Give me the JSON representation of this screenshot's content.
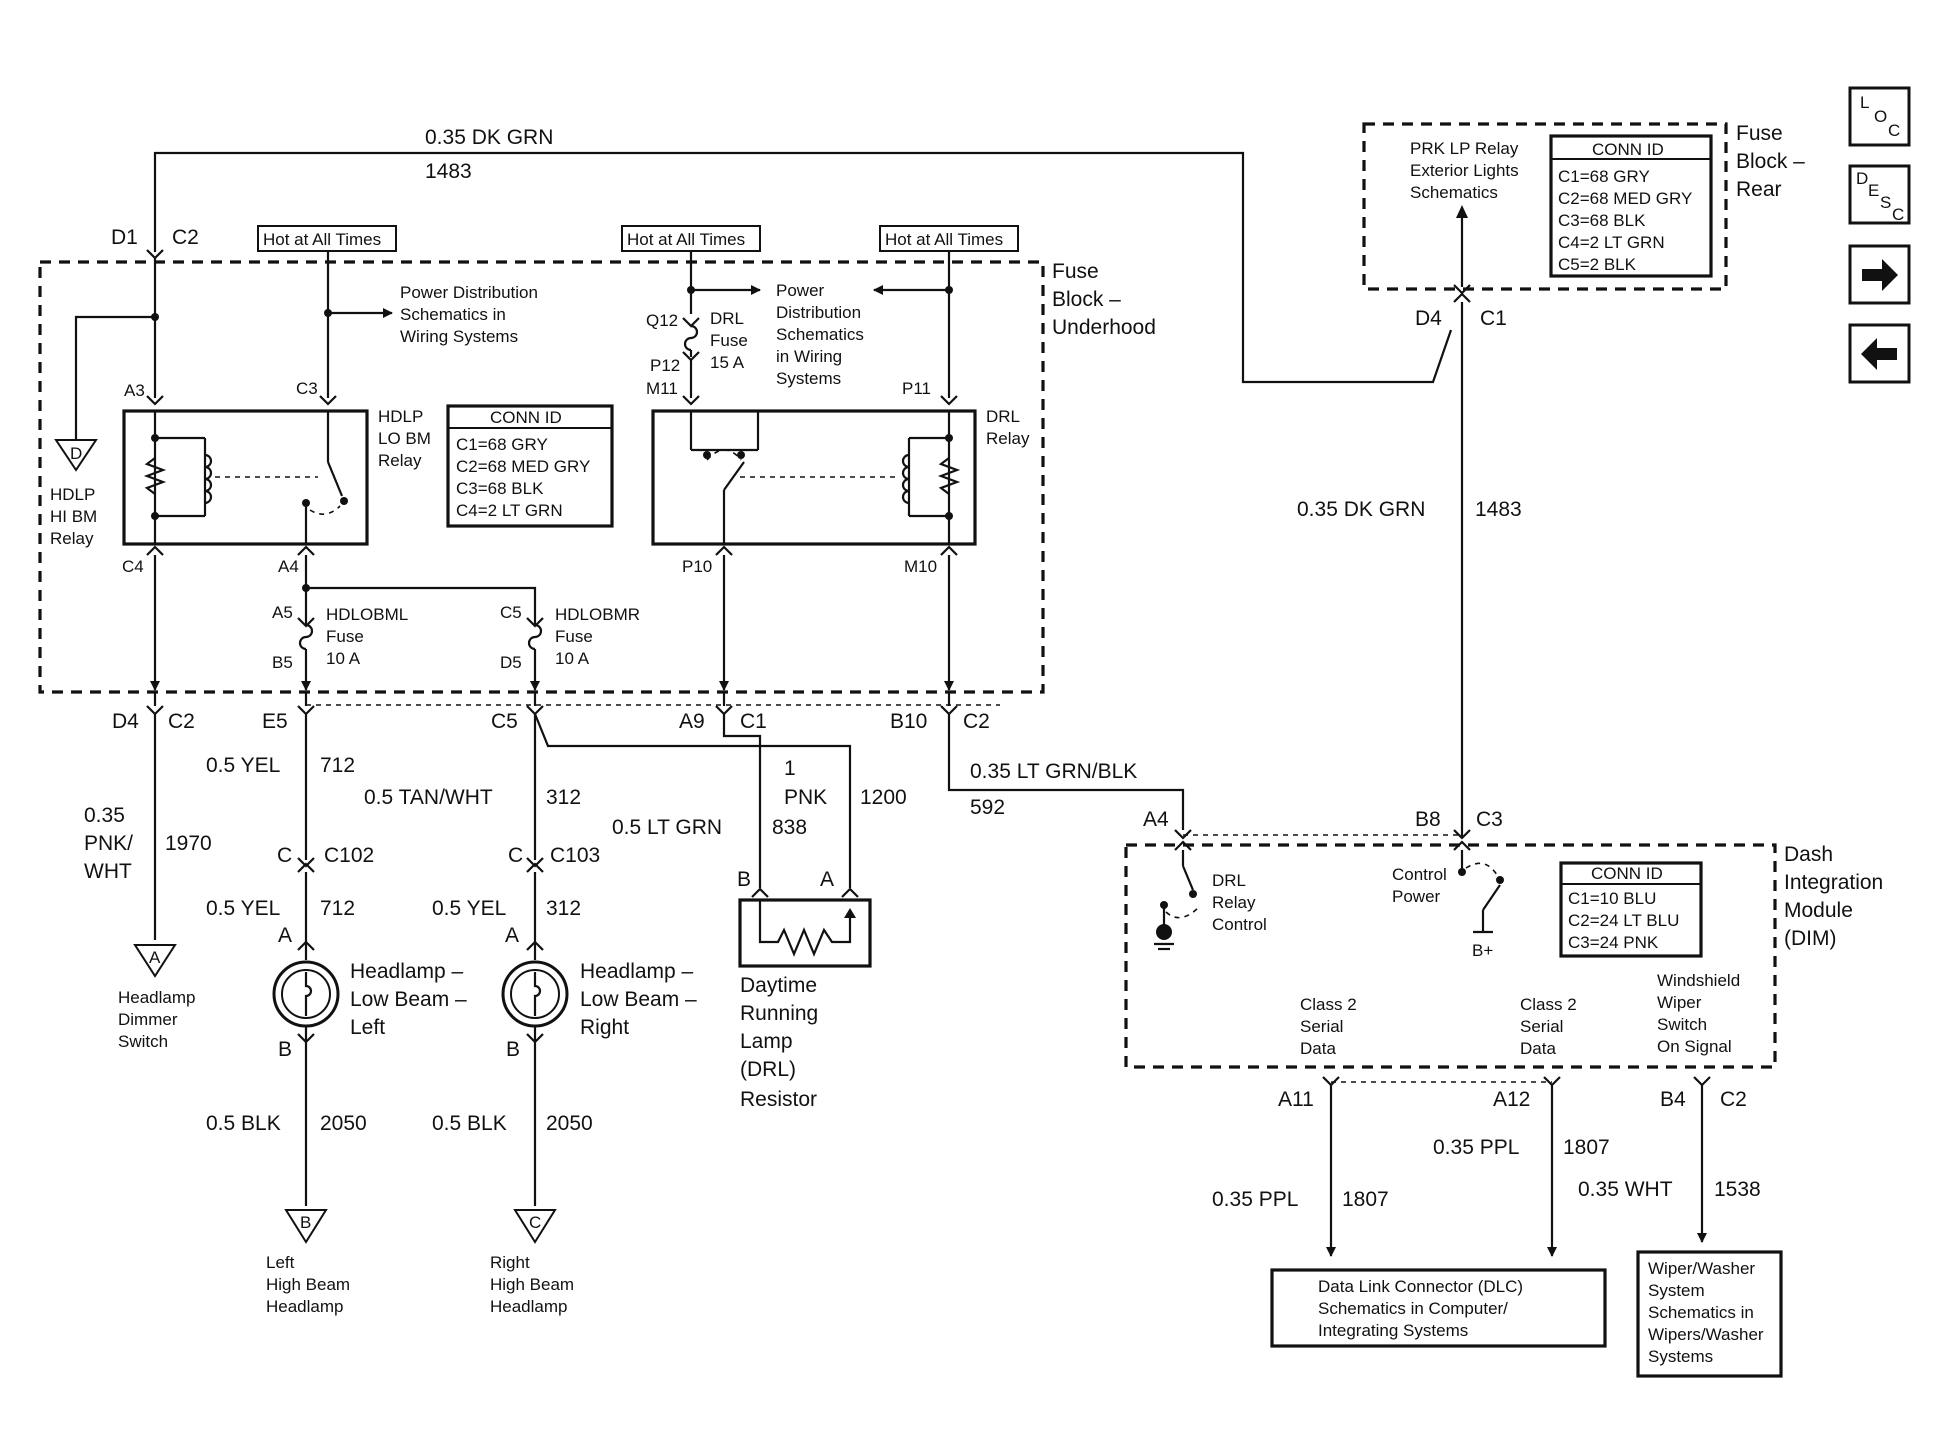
{
  "top_wire": {
    "gauge": "0.35 DK GRN",
    "circuit": "1483"
  },
  "connectors": {
    "d1": "D1",
    "c2_a": "C2",
    "d4_rear": "D4",
    "c1_rear": "C1",
    "d4_a": "D4",
    "c2_b": "C2",
    "e5": "E5",
    "c5": "C5",
    "a9": "A9",
    "c1_b": "C1",
    "b10": "B10",
    "c2_c": "C2",
    "a4_dim": "A4",
    "b8": "B8",
    "c3_dim": "C3",
    "a11": "A11",
    "a12": "A12",
    "b4": "B4",
    "c2_d": "C2"
  },
  "hot_labels": [
    "Hot at All Times",
    "Hot at All Times",
    "Hot at All Times"
  ],
  "fuse_block_underhood": {
    "line1": "Fuse",
    "line2": "Block –",
    "line3": "Underhood"
  },
  "fuse_block_rear": {
    "line1": "Fuse",
    "line2": "Block –",
    "line3": "Rear"
  },
  "rear_prk": {
    "line1": "PRK LP Relay",
    "line2": "Exterior Lights",
    "line3": "Schematics"
  },
  "rear_conn": {
    "title": "CONN ID",
    "rows": [
      "C1=68 GRY",
      "C2=68 MED GRY",
      "C3=68 BLK",
      "C4=2 LT GRN",
      "C5=2 BLK"
    ]
  },
  "hdlp_conn": {
    "title": "CONN ID",
    "rows": [
      "C1=68 GRY",
      "C2=68 MED GRY",
      "C3=68 BLK",
      "C4=2 LT GRN"
    ]
  },
  "dim_conn": {
    "title": "CONN ID",
    "rows": [
      "C1=10 BLU",
      "C2=24 LT BLU",
      "C3=24 PNK"
    ]
  },
  "pins": {
    "a3": "A3",
    "c3": "C3",
    "c4": "C4",
    "a4": "A4",
    "a5": "A5",
    "b5": "B5",
    "c5": "C5",
    "d5": "D5",
    "q12": "Q12",
    "p12": "P12",
    "m11": "M11",
    "p11": "P11",
    "p10": "P10",
    "m10": "M10"
  },
  "pd_left": {
    "line1": "Power Distribution",
    "line2": "Schematics in",
    "line3": "Wiring Systems"
  },
  "pd_right": {
    "line1": "Power",
    "line2": "Distribution",
    "line3": "Schematics",
    "line4": "in Wiring",
    "line5": "Systems"
  },
  "hdlp_hi": {
    "line1": "HDLP",
    "line2": "HI BM",
    "line3": "Relay"
  },
  "hdlp_lo": {
    "line1": "HDLP",
    "line2": "LO BM",
    "line3": "Relay"
  },
  "drl_relay": {
    "line1": "DRL",
    "line2": "Relay"
  },
  "drl_fuse": {
    "line1": "DRL",
    "line2": "Fuse",
    "line3": "15 A"
  },
  "fuse_l": {
    "line1": "HDLOBML",
    "line2": "Fuse",
    "line3": "10 A"
  },
  "fuse_r": {
    "line1": "HDLOBMR",
    "line2": "Fuse",
    "line3": "10 A"
  },
  "refs": {
    "d": "D",
    "a": "A",
    "b": "B",
    "c": "C"
  },
  "wires": {
    "pnk_wht_1": "0.35",
    "pnk_wht_2": "PNK/",
    "pnk_wht_3": "WHT",
    "pnk_wht_ckt": "1970",
    "yel_1": "0.5 YEL",
    "yel_1_ckt": "712",
    "tan_wht": "0.5 TAN/WHT",
    "tan_wht_ckt": "312",
    "lt_grn": "0.5 LT GRN",
    "lt_grn_ckt": "838",
    "pnk_1": "1",
    "pnk_2": "PNK",
    "pnk_ckt": "1200",
    "lt_grn_blk": "0.35 LT GRN/BLK",
    "lt_grn_blk_ckt": "592",
    "yel_2": "0.5 YEL",
    "yel_2_ckt": "712",
    "yel_3": "0.5 YEL",
    "yel_3_ckt": "312",
    "blk_1": "0.5 BLK",
    "blk_1_ckt": "2050",
    "blk_2": "0.5 BLK",
    "blk_2_ckt": "2050",
    "dk_grn_v": "0.35 DK GRN",
    "dk_grn_v_ckt": "1483",
    "ppl_1": "0.35 PPL",
    "ppl_1_ckt": "1807",
    "ppl_2": "0.35 PPL",
    "ppl_2_ckt": "1807",
    "wht": "0.35 WHT",
    "wht_ckt": "1538"
  },
  "inline": {
    "c_l": "C",
    "c102": "C102",
    "c_r": "C",
    "c103": "C103",
    "a_l": "A",
    "a_r": "A",
    "b_l": "B",
    "b_r": "B",
    "drl_b": "B",
    "drl_a": "A"
  },
  "headlamp_l": {
    "line1": "Headlamp –",
    "line2": "Low Beam –",
    "line3": "Left"
  },
  "headlamp_r": {
    "line1": "Headlamp –",
    "line2": "Low Beam –",
    "line3": "Right"
  },
  "drl_resistor": {
    "line1": "Daytime",
    "line2": "Running",
    "line3": "Lamp",
    "line4": "(DRL)",
    "line5": "Resistor"
  },
  "dimmer": {
    "line1": "Headlamp",
    "line2": "Dimmer",
    "line3": "Switch"
  },
  "left_hb": {
    "line1": "Left",
    "line2": "High Beam",
    "line3": "Headlamp"
  },
  "right_hb": {
    "line1": "Right",
    "line2": "High Beam",
    "line3": "Headlamp"
  },
  "dim": {
    "line1": "Dash",
    "line2": "Integration",
    "line3": "Module",
    "line4": "(DIM)"
  },
  "dim_drl": {
    "line1": "DRL",
    "line2": "Relay",
    "line3": "Control"
  },
  "dim_ctrl": {
    "line1": "Control",
    "line2": "Power",
    "bplus": "B+"
  },
  "class2_a": {
    "line1": "Class 2",
    "line2": "Serial",
    "line3": "Data"
  },
  "class2_b": {
    "line1": "Class 2",
    "line2": "Serial",
    "line3": "Data"
  },
  "wiper_sig": {
    "line1": "Windshield",
    "line2": "Wiper",
    "line3": "Switch",
    "line4": "On Signal"
  },
  "dlc": {
    "line1": "Data Link Connector (DLC)",
    "line2": "Schematics in Computer/",
    "line3": "Integrating Systems"
  },
  "wiper_box": {
    "line1": "Wiper/Washer",
    "line2": "System",
    "line3": "Schematics in",
    "line4": "Wipers/Washer",
    "line5": "Systems"
  },
  "nav": {
    "loc_l": "L",
    "loc_o": "O",
    "loc_c": "C",
    "desc_d": "D",
    "desc_e": "E",
    "desc_s": "S",
    "desc_c": "C"
  }
}
